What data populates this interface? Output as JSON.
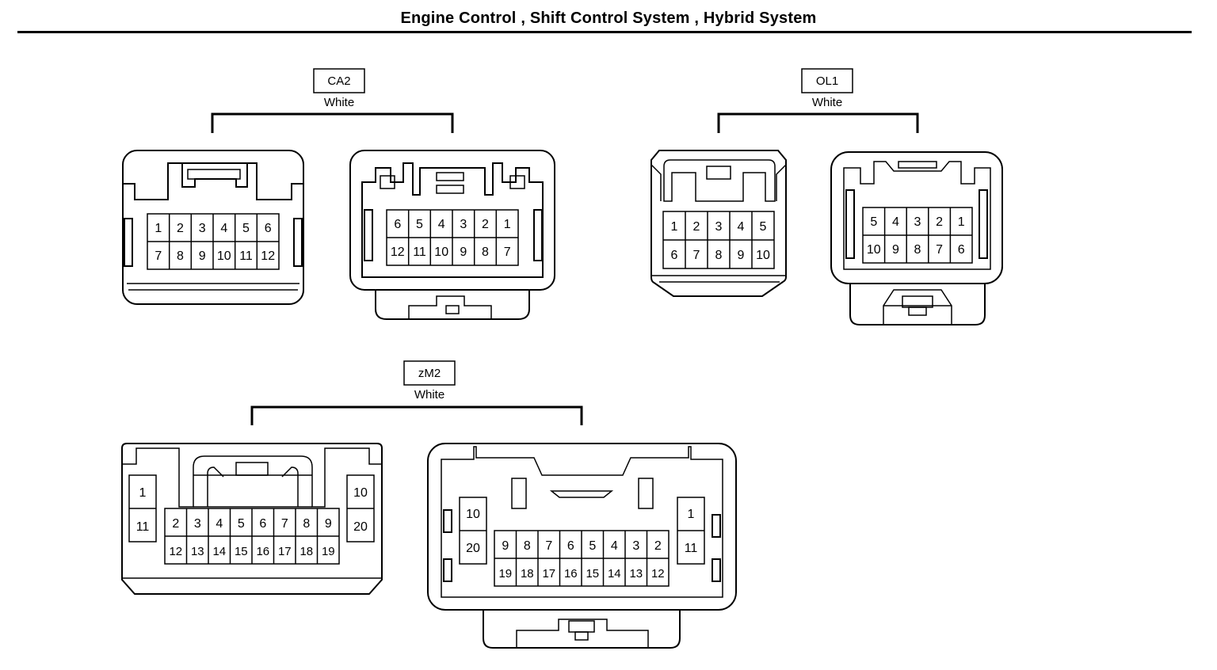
{
  "page": {
    "title": "Engine Control , Shift Control System , Hybrid System"
  },
  "connectors": [
    {
      "id": "CA2",
      "color": "White",
      "male_pins": [
        [
          "1",
          "2",
          "3",
          "4",
          "5",
          "6"
        ],
        [
          "7",
          "8",
          "9",
          "10",
          "11",
          "12"
        ]
      ],
      "female_pins": [
        [
          "6",
          "5",
          "4",
          "3",
          "2",
          "1"
        ],
        [
          "12",
          "11",
          "10",
          "9",
          "8",
          "7"
        ]
      ]
    },
    {
      "id": "OL1",
      "color": "White",
      "male_pins": [
        [
          "1",
          "2",
          "3",
          "4",
          "5"
        ],
        [
          "6",
          "7",
          "8",
          "9",
          "10"
        ]
      ],
      "female_pins": [
        [
          "5",
          "4",
          "3",
          "2",
          "1"
        ],
        [
          "10",
          "9",
          "8",
          "7",
          "6"
        ]
      ]
    },
    {
      "id": "zM2",
      "color": "White",
      "male_left": [
        "1",
        "11"
      ],
      "male_center": [
        [
          "2",
          "3",
          "4",
          "5",
          "6",
          "7",
          "8",
          "9"
        ],
        [
          "12",
          "13",
          "14",
          "15",
          "16",
          "17",
          "18",
          "19"
        ]
      ],
      "male_right": [
        "10",
        "20"
      ],
      "female_left": [
        "10",
        "20"
      ],
      "female_center": [
        [
          "9",
          "8",
          "7",
          "6",
          "5",
          "4",
          "3",
          "2"
        ],
        [
          "19",
          "18",
          "17",
          "16",
          "15",
          "14",
          "13",
          "12"
        ]
      ],
      "female_right": [
        "1",
        "11"
      ]
    }
  ]
}
